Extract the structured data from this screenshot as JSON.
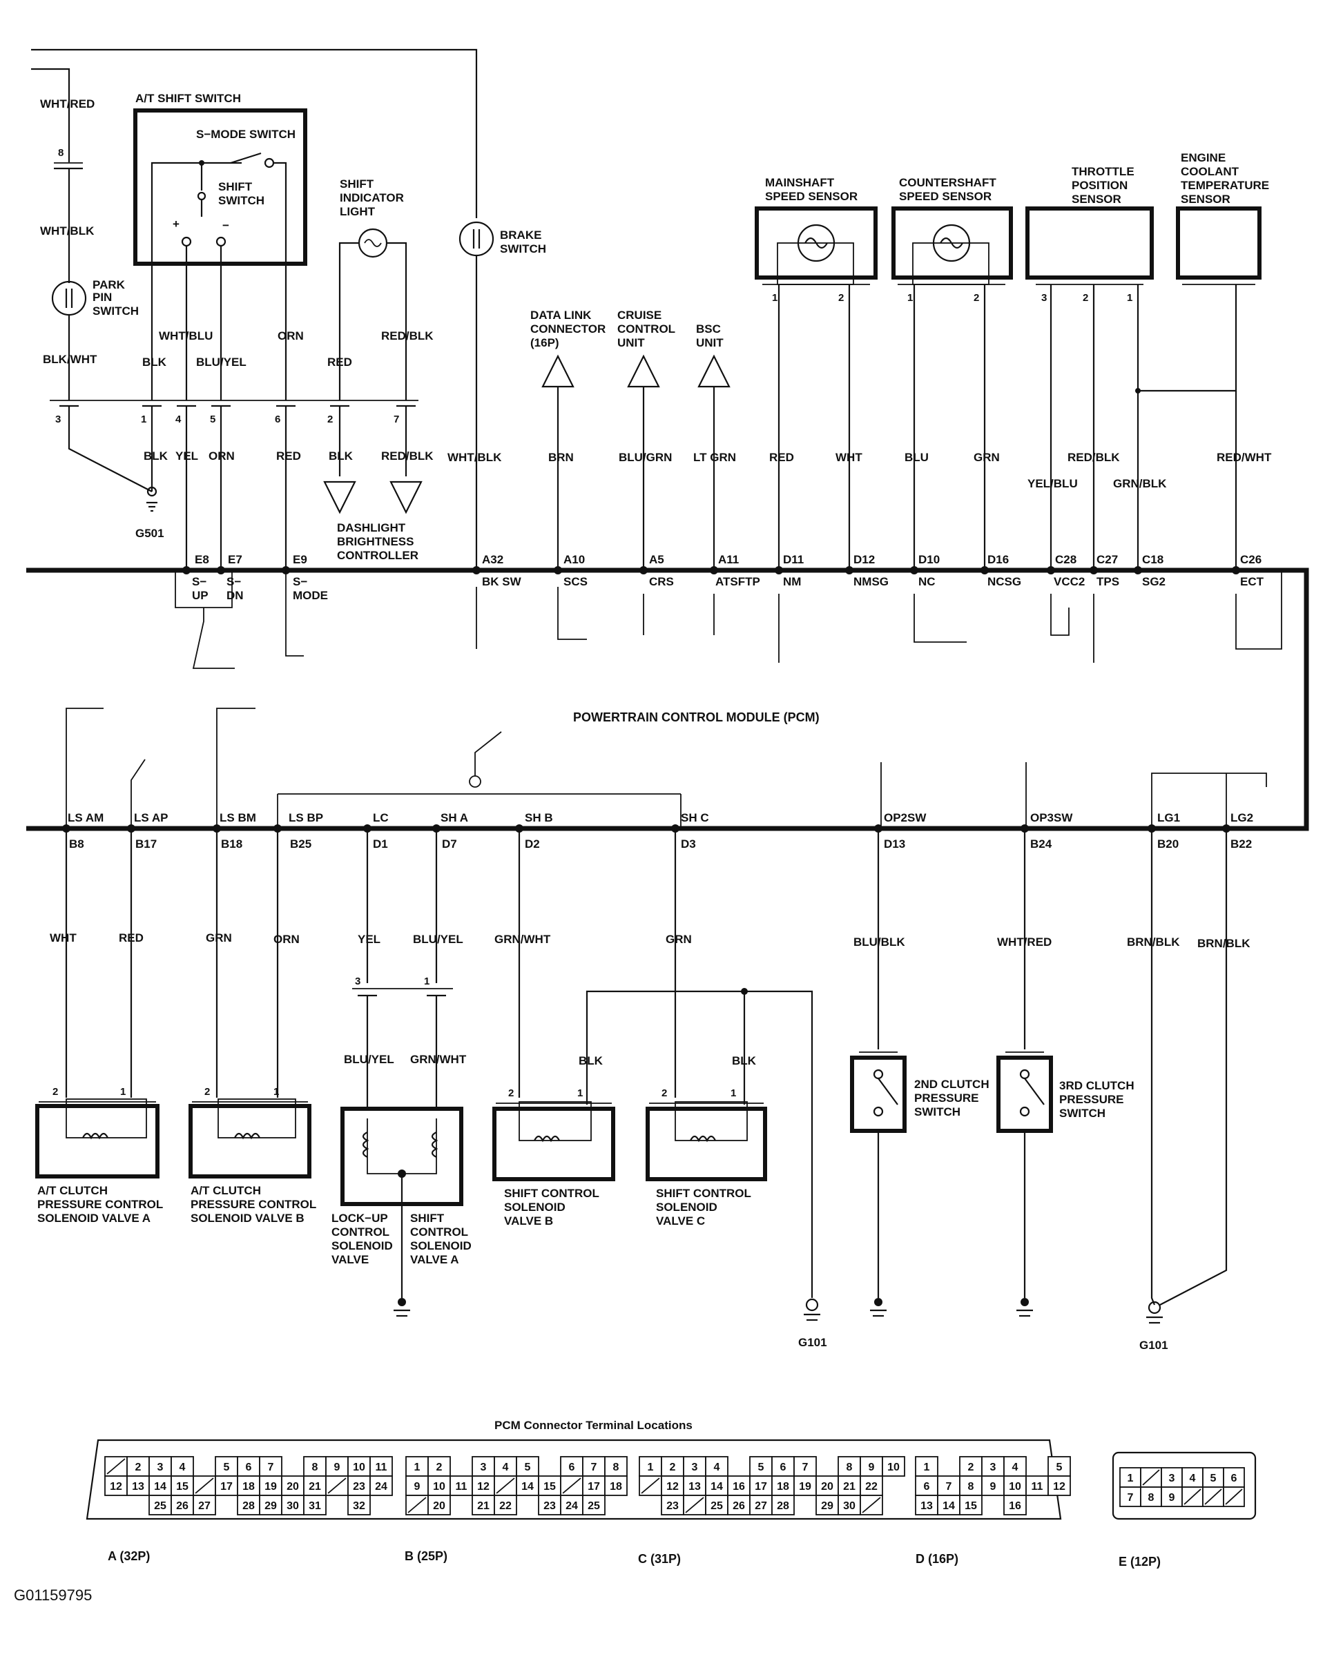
{
  "module": {
    "name": "POWERTRAIN CONTROL MODULE (PCM)"
  },
  "top_components": {
    "wht_red": "WHT/RED",
    "wht_blk": "WHT/BLK",
    "park_pin_switch": [
      "PARK",
      "PIN",
      "SWITCH"
    ],
    "blk_wht": "BLK/WHT",
    "at_shift_switch": "A/T SHIFT SWITCH",
    "s_mode_switch": "S−MODE SWITCH",
    "shift_switch": [
      "SHIFT",
      "SWITCH"
    ],
    "plus": "+",
    "minus": "−",
    "shift_indicator_light": [
      "SHIFT",
      "INDICATOR",
      "LIGHT"
    ],
    "brake_switch": [
      "BRAKE",
      "SWITCH"
    ],
    "data_link_connector": [
      "DATA LINK",
      "CONNECTOR",
      "(16P)"
    ],
    "cruise_control_unit": [
      "CRUISE",
      "CONTROL",
      "UNIT"
    ],
    "bsc_unit": [
      "BSC",
      "UNIT"
    ],
    "mainshaft_speed_sensor": [
      "MAINSHAFT",
      "SPEED SENSOR"
    ],
    "countershaft_speed_sensor": [
      "COUNTERSHAFT",
      "SPEED SENSOR"
    ],
    "throttle_position_sensor": [
      "THROTTLE",
      "POSITION",
      "SENSOR"
    ],
    "ect_sensor": [
      "ENGINE",
      "COOLANT",
      "TEMPERATURE",
      "SENSOR"
    ],
    "dashlight": [
      "DASHLIGHT",
      "BRIGHTNESS",
      "CONTROLLER"
    ],
    "g501": "G501",
    "pin8": "8",
    "conn_pins": [
      "3",
      "1",
      "4",
      "5",
      "6",
      "2",
      "7"
    ],
    "upper_wires": [
      "WHT/BLU",
      "BLK",
      "BLU/YEL",
      "ORN",
      "RED",
      "RED/BLK"
    ],
    "lower_wires": [
      "BLK",
      "YEL",
      "ORN",
      "RED",
      "BLK",
      "RED/BLK"
    ],
    "sensor_pins": [
      "1",
      "2",
      "1",
      "2",
      "3",
      "2",
      "1"
    ],
    "upper_right_wires": [
      "WHT/BLK",
      "BRN",
      "BLU/GRN",
      "LT GRN",
      "RED",
      "WHT",
      "BLU",
      "GRN",
      "YEL/BLU",
      "RED/BLK",
      "GRN/BLK",
      "RED/WHT"
    ]
  },
  "bus1_pins": [
    {
      "pin": "E8",
      "signal": [
        "S−",
        "UP"
      ]
    },
    {
      "pin": "E7",
      "signal": [
        "S−",
        "DN"
      ]
    },
    {
      "pin": "E9",
      "signal": [
        "S−",
        "MODE"
      ]
    },
    {
      "pin": "A32",
      "signal": [
        "BK SW"
      ]
    },
    {
      "pin": "A10",
      "signal": [
        "SCS"
      ]
    },
    {
      "pin": "A5",
      "signal": [
        "CRS"
      ]
    },
    {
      "pin": "A11",
      "signal": [
        "ATSFTP"
      ]
    },
    {
      "pin": "D11",
      "signal": [
        "NM"
      ]
    },
    {
      "pin": "D12",
      "signal": [
        "NMSG"
      ]
    },
    {
      "pin": "D10",
      "signal": [
        "NC"
      ]
    },
    {
      "pin": "D16",
      "signal": [
        "NCSG"
      ]
    },
    {
      "pin": "C28",
      "signal": [
        "VCC2"
      ]
    },
    {
      "pin": "C27",
      "signal": [
        "TPS"
      ]
    },
    {
      "pin": "C18",
      "signal": [
        "SG2"
      ]
    },
    {
      "pin": "C26",
      "signal": [
        "ECT"
      ]
    }
  ],
  "bus2_pins": [
    {
      "pin": "B8",
      "signal": "LS AM",
      "wire": "WHT"
    },
    {
      "pin": "B17",
      "signal": "LS AP",
      "wire": "RED"
    },
    {
      "pin": "B18",
      "signal": "LS BM",
      "wire": "GRN"
    },
    {
      "pin": "B25",
      "signal": "LS BP",
      "wire": "ORN"
    },
    {
      "pin": "D1",
      "signal": "LC",
      "wire": "YEL"
    },
    {
      "pin": "D7",
      "signal": "SH A",
      "wire": "BLU/YEL"
    },
    {
      "pin": "D2",
      "signal": "SH B",
      "wire": "GRN/WHT"
    },
    {
      "pin": "D3",
      "signal": "SH C",
      "wire": "GRN"
    },
    {
      "pin": "D13",
      "signal": "OP2SW",
      "wire": "BLU/BLK"
    },
    {
      "pin": "B24",
      "signal": "OP3SW",
      "wire": "WHT/RED"
    },
    {
      "pin": "B20",
      "signal": "LG1",
      "wire": "BRN/BLK"
    },
    {
      "pin": "B22",
      "signal": "LG2",
      "wire": "BRN/BLK"
    }
  ],
  "bottom_components": {
    "valve_a": [
      "A/T CLUTCH",
      "PRESSURE CONTROL",
      "SOLENOID VALVE A"
    ],
    "valve_b": [
      "A/T CLUTCH",
      "PRESSURE CONTROL",
      "SOLENOID VALVE B"
    ],
    "lockup": [
      "LOCK−UP",
      "CONTROL",
      "SOLENOID",
      "VALVE"
    ],
    "shift_a": [
      "SHIFT",
      "CONTROL",
      "SOLENOID",
      "VALVE A"
    ],
    "shift_b": [
      "SHIFT CONTROL",
      "SOLENOID",
      "VALVE B"
    ],
    "shift_c": [
      "SHIFT CONTROL",
      "SOLENOID",
      "VALVE C"
    ],
    "clutch2": [
      "2ND CLUTCH",
      "PRESSURE",
      "SWITCH"
    ],
    "clutch3": [
      "3RD CLUTCH",
      "PRESSURE",
      "SWITCH"
    ],
    "lockup_wires": [
      "BLU/YEL",
      "GRN/WHT"
    ],
    "blk": "BLK",
    "g101": "G101",
    "pin_labels": [
      "2",
      "1",
      "3"
    ]
  },
  "connectors": {
    "title": "PCM Connector Terminal Locations",
    "a_label": "A (32P)",
    "b_label": "B (25P)",
    "c_label": "C (31P)",
    "d_label": "D (16P)",
    "e_label": "E (12P)",
    "a_rows": [
      [
        "/",
        "2",
        "3",
        "4",
        "",
        "5",
        "6",
        "7",
        "",
        "8",
        "9",
        "10",
        "11"
      ],
      [
        "12",
        "13",
        "14",
        "15",
        "/",
        "17",
        "18",
        "19",
        "20",
        "21",
        "/",
        "23",
        "24"
      ],
      [
        "",
        "",
        "25",
        "26",
        "27",
        "",
        "28",
        "29",
        "30",
        "31",
        "",
        "32",
        ""
      ]
    ],
    "b_rows": [
      [
        "1",
        "2",
        "",
        "3",
        "4",
        "5",
        "",
        "6",
        "7",
        "8"
      ],
      [
        "9",
        "10",
        "11",
        "12",
        "/",
        "14",
        "15",
        "/",
        "17",
        "18"
      ],
      [
        "/",
        "20",
        "",
        "21",
        "22",
        "",
        "23",
        "24",
        "25",
        ""
      ]
    ],
    "c_rows": [
      [
        "1",
        "2",
        "3",
        "4",
        "",
        "5",
        "6",
        "7",
        "",
        "8",
        "9",
        "10"
      ],
      [
        "/",
        "12",
        "13",
        "14",
        "16",
        "17",
        "18",
        "19",
        "20",
        "21",
        "22",
        ""
      ],
      [
        "",
        "23",
        "/",
        "25",
        "26",
        "27",
        "28",
        "",
        "29",
        "30",
        "/",
        ""
      ]
    ],
    "d_rows": [
      [
        "1",
        "",
        "2",
        "3",
        "4",
        "",
        "5"
      ],
      [
        "6",
        "7",
        "8",
        "9",
        "10",
        "11",
        "12"
      ],
      [
        "13",
        "14",
        "15",
        "",
        "16",
        "",
        ""
      ]
    ],
    "e_rows": [
      [
        "1",
        "/",
        "3",
        "4",
        "5",
        "6"
      ],
      [
        "7",
        "8",
        "9",
        "/",
        "/",
        "/"
      ]
    ]
  },
  "footer_id": "G01159795"
}
